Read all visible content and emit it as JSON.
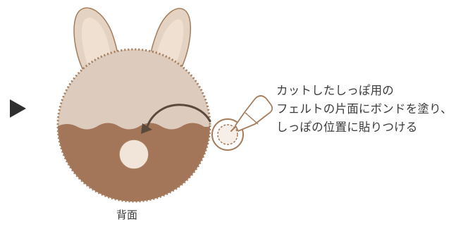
{
  "colors": {
    "outline": "#a67d5c",
    "ear_inner": "#efe0d2",
    "ear_outer": "#e4d2c2",
    "head_light": "#ddcbbd",
    "body_dark": "#a37559",
    "tail": "#f1e4d8",
    "arrow_marker": "#2f2f2f",
    "text": "#3a3a3a"
  },
  "icons": {
    "step_marker": "triangle-right",
    "glue": "glue-bottle",
    "felt": "felt-piece"
  },
  "instruction": {
    "line1": "カットしたしっぽ用の",
    "line2": "フェルトの片面にボンドを塗り、",
    "line3": "しっぽの位置に貼りつける"
  },
  "caption": "背面"
}
